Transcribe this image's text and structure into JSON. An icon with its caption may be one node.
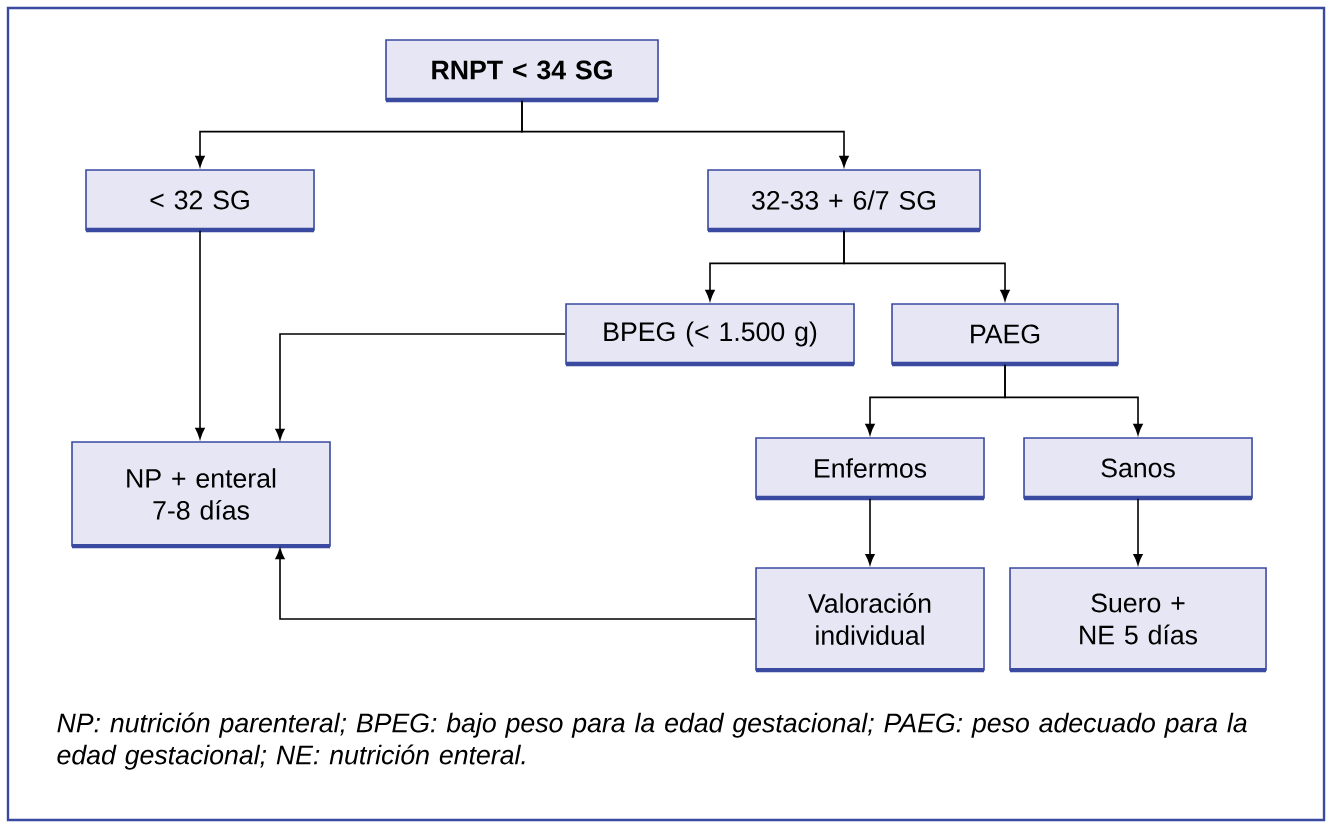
{
  "diagram": {
    "caption": "NP: nutrición parenteral; BPEG: bajo peso para la edad gestacional; PAEG: peso adecuado para la edad gestacional; NE: nutrición enteral.",
    "nodes": [
      {
        "text": [
          "RNPT < 34 SG"
        ]
      },
      {
        "text": [
          "< 32 SG"
        ]
      },
      {
        "text": [
          "32-33 + 6/7 SG"
        ]
      },
      {
        "text": [
          "BPEG (< 1.500 g)"
        ]
      },
      {
        "text": [
          "PAEG"
        ]
      },
      {
        "text": [
          "NP + enteral 7-8 días"
        ]
      },
      {
        "text": [
          "Enfermos"
        ]
      },
      {
        "text": [
          "Sanos"
        ]
      },
      {
        "text": [
          "Valoración individual"
        ]
      },
      {
        "text": [
          "Suero + NE 5 días"
        ]
      }
    ],
    "edges": [
      {
        "from": 0,
        "to": 1,
        "arrow": "to"
      },
      {
        "from": 0,
        "to": 2,
        "arrow": "to"
      },
      {
        "from": 1,
        "to": 5,
        "arrow": "to"
      },
      {
        "from": 2,
        "to": 3,
        "arrow": "to"
      },
      {
        "from": 2,
        "to": 4,
        "arrow": "to"
      },
      {
        "from": 3,
        "to": 5,
        "arrow": "to"
      },
      {
        "from": 4,
        "to": 6,
        "arrow": "to"
      },
      {
        "from": 4,
        "to": 7,
        "arrow": "to"
      },
      {
        "from": 6,
        "to": 8,
        "arrow": "to"
      },
      {
        "from": 7,
        "to": 9,
        "arrow": "to"
      },
      {
        "from": 8,
        "to": 5,
        "arrow": "to"
      }
    ]
  }
}
